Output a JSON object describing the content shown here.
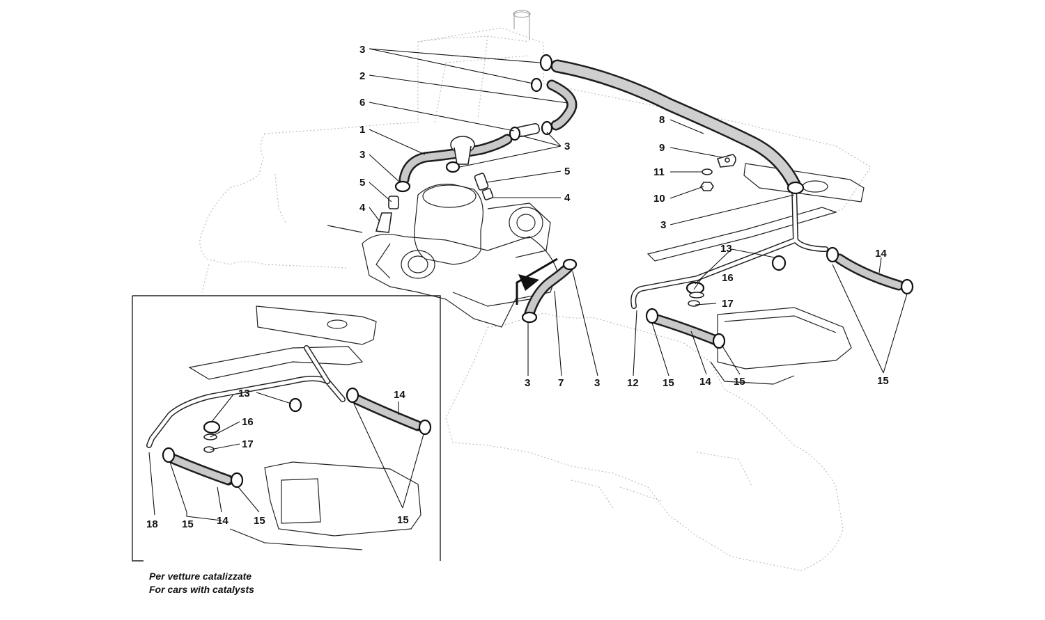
{
  "callouts": {
    "c1": "1",
    "c2": "2",
    "c3": "3",
    "c4": "4",
    "c5": "5",
    "c6": "6",
    "c7": "7",
    "c8": "8",
    "c9": "9",
    "c10": "10",
    "c11": "11",
    "c12": "12",
    "c13": "13",
    "c14": "14",
    "c15": "15",
    "c16": "16",
    "c17": "17",
    "c18": "18"
  },
  "inset": {
    "caption_it": "Per vetture catalizzate",
    "caption_en": "For cars with catalysts"
  }
}
